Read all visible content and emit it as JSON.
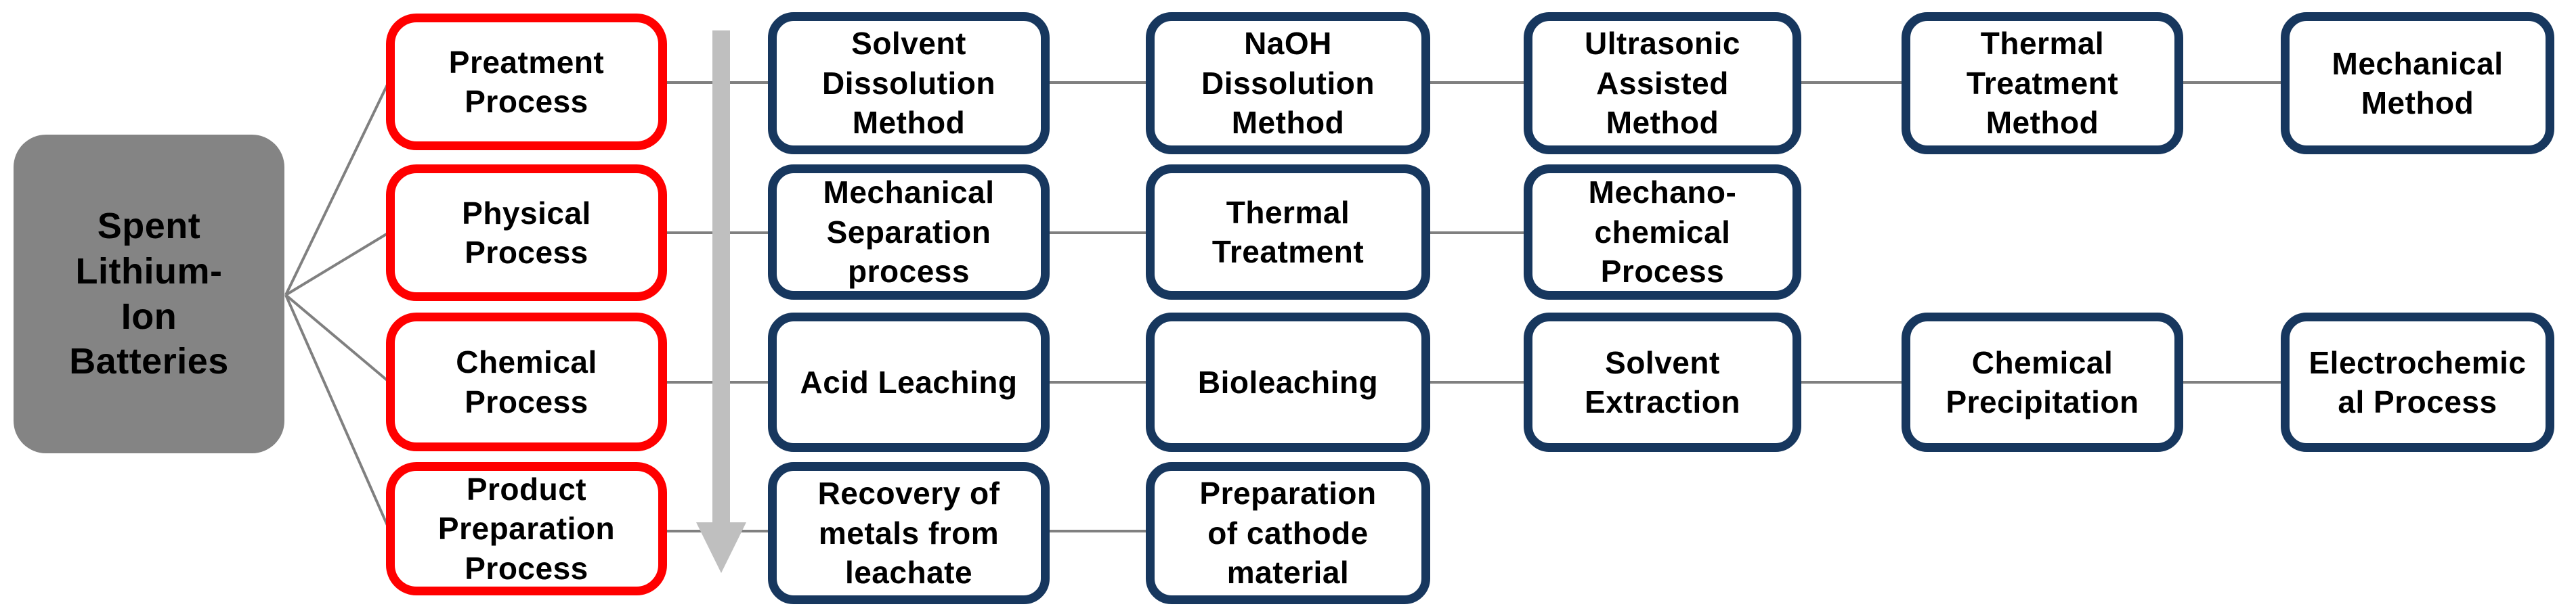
{
  "root": {
    "label": "Spent\nLithium-\nIon\nBatteries"
  },
  "branches": [
    {
      "category": {
        "label": "Preatment\nProcess"
      },
      "methods": [
        {
          "label": "Solvent\nDissolution\nMethod"
        },
        {
          "label": "NaOH\nDissolution\nMethod"
        },
        {
          "label": "Ultrasonic\nAssisted\nMethod"
        },
        {
          "label": "Thermal\nTreatment\nMethod"
        },
        {
          "label": "Mechanical\nMethod"
        }
      ]
    },
    {
      "category": {
        "label": "Physical\nProcess"
      },
      "methods": [
        {
          "label": "Mechanical\nSeparation\nprocess"
        },
        {
          "label": "Thermal\nTreatment"
        },
        {
          "label": "Mechano-\nchemical\nProcess"
        }
      ]
    },
    {
      "category": {
        "label": "Chemical\nProcess"
      },
      "methods": [
        {
          "label": "Acid Leaching"
        },
        {
          "label": "Bioleaching"
        },
        {
          "label": "Solvent\nExtraction"
        },
        {
          "label": "Chemical\nPrecipitation"
        },
        {
          "label": "Electrochemic\nal Process"
        }
      ]
    },
    {
      "category": {
        "label": "Product\nPreparation\nProcess"
      },
      "methods": [
        {
          "label": "Recovery of\nmetals from\nleachate"
        },
        {
          "label": "Preparation\nof cathode\nmaterial"
        }
      ]
    }
  ],
  "colors": {
    "root_fill": "#848484",
    "category_border": "#FF0000",
    "method_border": "#17375E",
    "connector_line": "#808080",
    "flow_arrow": "#BFBFBF",
    "text": "#000000"
  }
}
